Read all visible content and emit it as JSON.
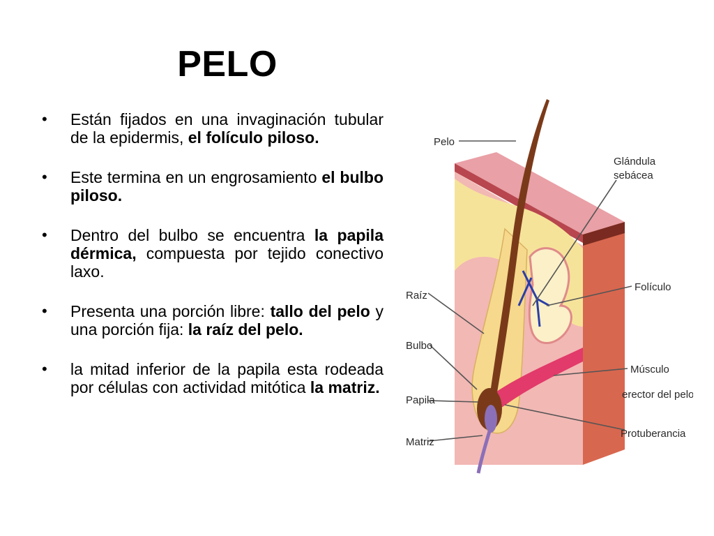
{
  "title": "PELO",
  "bullets": [
    {
      "parts": [
        {
          "text": "Están fijados en una invaginación tubular de la epidermis, ",
          "bold": false
        },
        {
          "text": "el folículo piloso.",
          "bold": true
        }
      ]
    },
    {
      "parts": [
        {
          "text": "Este termina en un engrosamiento ",
          "bold": false
        },
        {
          "text": "el bulbo piloso.",
          "bold": true
        }
      ]
    },
    {
      "parts": [
        {
          "text": "Dentro del bulbo se encuentra ",
          "bold": false
        },
        {
          "text": "la papila dérmica,",
          "bold": true
        },
        {
          "text": " compuesta por tejido conectivo laxo.",
          "bold": false
        }
      ]
    },
    {
      "parts": [
        {
          "text": "Presenta una porción libre: ",
          "bold": false
        },
        {
          "text": "tallo del pelo",
          "bold": true
        },
        {
          "text": " y una porción fija: ",
          "bold": false
        },
        {
          "text": "la raíz del pelo.",
          "bold": true
        }
      ]
    },
    {
      "parts": [
        {
          "text": " la mitad inferior de la papila esta rodeada por células con actividad mitótica ",
          "bold": false
        },
        {
          "text": "la matriz.",
          "bold": true
        }
      ]
    }
  ],
  "bullet_symbol": "•",
  "diagram": {
    "labels": {
      "pelo": "Pelo",
      "glandula_1": "Glándula",
      "glandula_2": "sebácea",
      "foliculo": "Folículo",
      "raiz": "Raíz",
      "bulbo": "Bulbo",
      "musculo_1": "Músculo",
      "musculo_2": "erector del pelo",
      "papila": "Papila",
      "protuberancia": "Protuberancia",
      "matriz": "Matriz"
    },
    "colors": {
      "epidermis": "#d9787e",
      "dermis": "#f2b8b4",
      "fat": "#f6e39a",
      "side": "#d8674f",
      "hair": "#7a3a1a",
      "nerve": "#2a3ea8",
      "muscle": "#e23a6a",
      "papilla": "#8b6fb8"
    }
  }
}
